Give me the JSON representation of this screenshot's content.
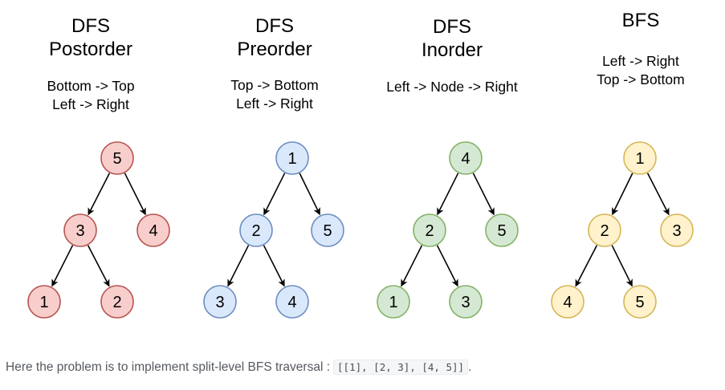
{
  "diagrams": [
    {
      "title": "DFS\nPostorder",
      "subtitle": "Bottom -> Top\nLeft -> Right",
      "colors": {
        "fill": "#f8cecc",
        "stroke": "#b85450"
      },
      "nodes": [
        "5",
        "3",
        "4",
        "1",
        "2"
      ]
    },
    {
      "title": "DFS\nPreorder",
      "subtitle": "Top -> Bottom\nLeft -> Right",
      "colors": {
        "fill": "#dae8fc",
        "stroke": "#6c8ebf"
      },
      "nodes": [
        "1",
        "2",
        "5",
        "3",
        "4"
      ]
    },
    {
      "title": "DFS\nInorder",
      "subtitle": "Left -> Node -> Right",
      "colors": {
        "fill": "#d5e8d4",
        "stroke": "#82b366"
      },
      "nodes": [
        "4",
        "2",
        "5",
        "1",
        "3"
      ]
    },
    {
      "title": "BFS",
      "subtitle": "Left -> Right\nTop -> Bottom",
      "colors": {
        "fill": "#fff2cc",
        "stroke": "#d6b656"
      },
      "nodes": [
        "1",
        "2",
        "3",
        "4",
        "5"
      ]
    }
  ],
  "caption": {
    "text": "Here the problem is to implement split-level BFS traversal :",
    "code": "[[1], [2, 3], [4, 5]]",
    "end": "."
  }
}
